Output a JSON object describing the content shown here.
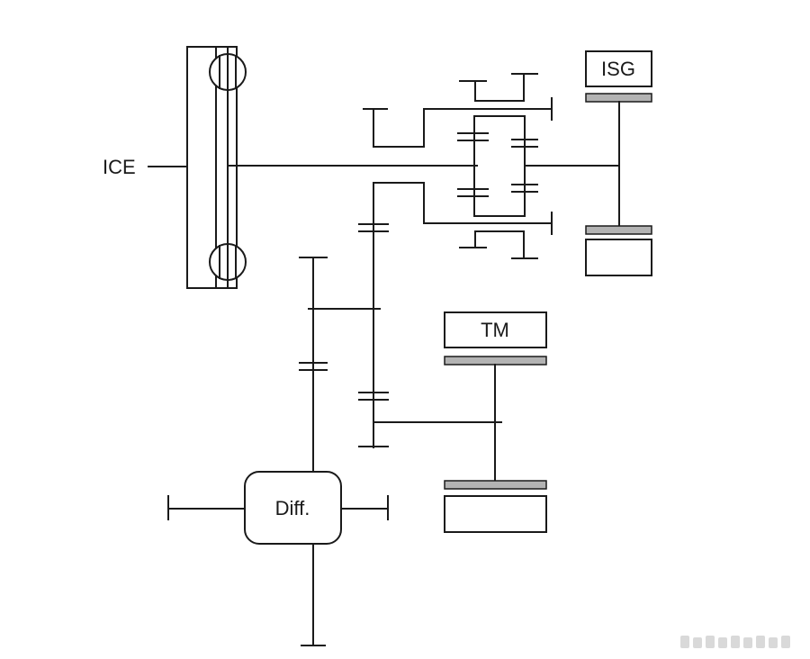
{
  "labels": {
    "engine": "ICE",
    "generator": "ISG",
    "traction_motor": "TM",
    "differential": "Diff."
  },
  "colors": {
    "line": "#1a1a1a",
    "stator_fill": "#b3b3b3",
    "background": "#ffffff"
  }
}
